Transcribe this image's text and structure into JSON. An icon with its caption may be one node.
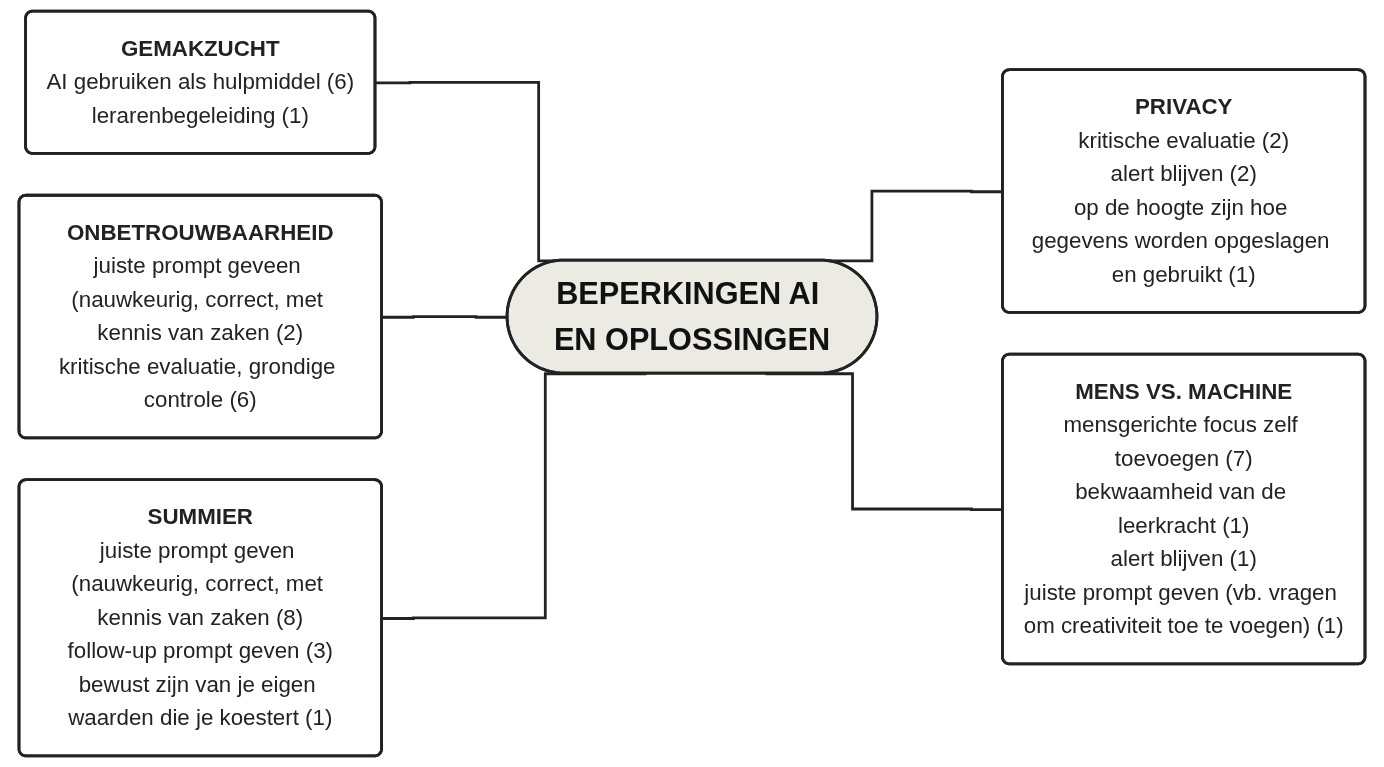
{
  "diagram": {
    "nodes": [
      {
        "text": [
          "GEMAKZUCHT",
          "AI gebruiken als hulpmiddel (6)",
          "lerarenbegeleiding (1)"
        ]
      },
      {
        "text": [
          "ONBETROUWBAARHEID",
          "juiste prompt geveen (nauwkeurig, correct, met kennis van zaken (2)",
          "kritische evaluatie, grondige controle (6)"
        ]
      },
      {
        "text": [
          "SUMMIER",
          "juiste prompt geven (nauwkeurig, correct, met kennis van zaken (8)",
          "follow-up prompt geven (3)",
          "bewust zijn van je eigen waarden die je koestert (1)"
        ]
      },
      {
        "text": [
          "BEPERKINGEN AI EN OPLOSSINGEN"
        ]
      },
      {
        "text": [
          "PRIVACY",
          "kritische evaluatie (2)",
          "alert blijven (2)",
          "op de hoogte zijn hoe gegevens worden opgeslagen en gebruikt (1)"
        ]
      },
      {
        "text": [
          "MENS VS. MACHINE",
          "mensgerichte focus zelf toevoegen (7)",
          "bekwaamheid van de leerkracht (1)",
          "alert blijven (1)",
          "juiste prompt geven (vb. vragen om creativiteit toe te voegen) (1)"
        ]
      }
    ],
    "edges": [
      {
        "from": 0,
        "to": 3,
        "arrow": "none"
      },
      {
        "from": 1,
        "to": 3,
        "arrow": "none"
      },
      {
        "from": 2,
        "to": 3,
        "arrow": "none"
      },
      {
        "from": 3,
        "to": 4,
        "arrow": "none"
      },
      {
        "from": 3,
        "to": 5,
        "arrow": "none"
      }
    ]
  }
}
